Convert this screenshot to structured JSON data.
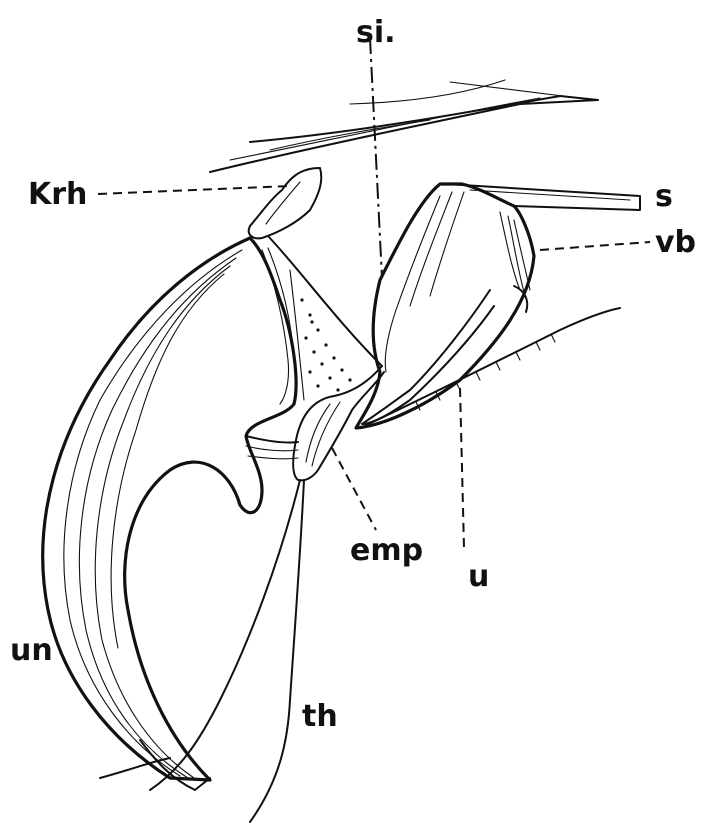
{
  "labels": {
    "si": "si.",
    "krh": "Krh",
    "s": "s",
    "vb": "vb",
    "emp": "emp",
    "u": "u",
    "un": "un",
    "th": "th"
  }
}
